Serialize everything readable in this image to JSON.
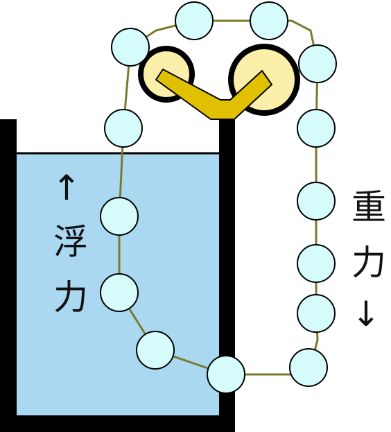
{
  "labels": {
    "left_arrow": "↑",
    "left_char_1": "浮",
    "left_char_2": "力",
    "right_char_1": "重",
    "right_char_2": "力",
    "right_arrow": "↓"
  },
  "colors": {
    "water": "#aad8f0",
    "container_wall": "#000000",
    "ball_fill": "#d6fbfb",
    "ball_stroke": "#000000",
    "chain": "#7a7a2e",
    "pulley_fill": "#fbefaa",
    "pulley_rim": "#000000",
    "lever": "#e0c000"
  },
  "icons": {
    "balls": "float-ball",
    "pulleys": "pulley-wheel",
    "lever": "v-shaped-lever"
  }
}
